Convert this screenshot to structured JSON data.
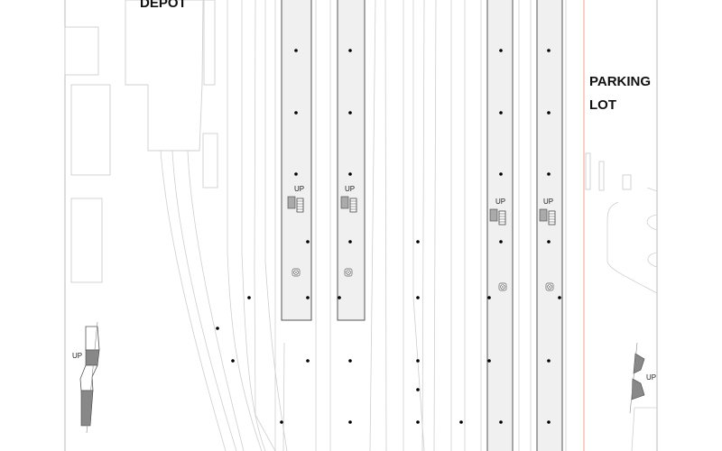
{
  "labels": {
    "depot": "DEPOT",
    "parking_line1": "PARKING",
    "parking_line2": "LOT"
  },
  "stair_labels": [
    "UP",
    "UP",
    "UP",
    "UP",
    "UP",
    "UP"
  ],
  "colors": {
    "platform_fill": "#f0f0f0",
    "platform_stroke": "#555555",
    "property_line": "#f4a08a",
    "linework": "#cfcfcf",
    "column_dot": "#000000"
  },
  "icons": [
    "column-dot",
    "stair-icon",
    "elevator-icon",
    "escalator-icon"
  ]
}
